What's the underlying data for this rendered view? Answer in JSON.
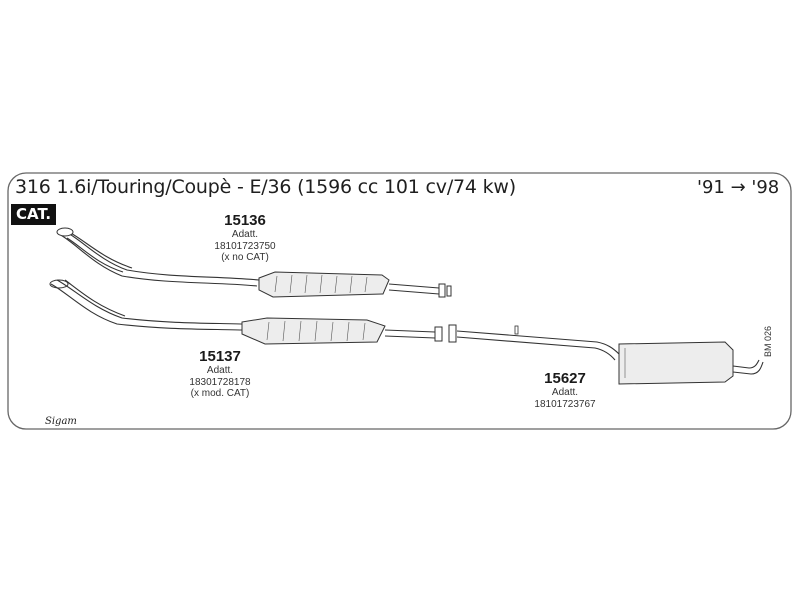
{
  "header": {
    "title": "316 1.6i/Touring/Coupè - E/36 (1596 cc 101 cv/74 kw)",
    "years": "'91 → '98",
    "badge": "CAT."
  },
  "parts": [
    {
      "number": "15136",
      "lines": [
        "Adatt.",
        "18101723750",
        "(x no CAT)"
      ]
    },
    {
      "number": "15137",
      "lines": [
        "Adatt.",
        "18301728178",
        "(x mod. CAT)"
      ]
    },
    {
      "number": "15627",
      "lines": [
        "Adatt.",
        "18101723767"
      ]
    }
  ],
  "drawing_code": "BM 026",
  "brand": "Sigam",
  "colors": {
    "line": "#333333",
    "frame": "#666666",
    "badge_bg": "#111111",
    "badge_fg": "#ffffff"
  }
}
